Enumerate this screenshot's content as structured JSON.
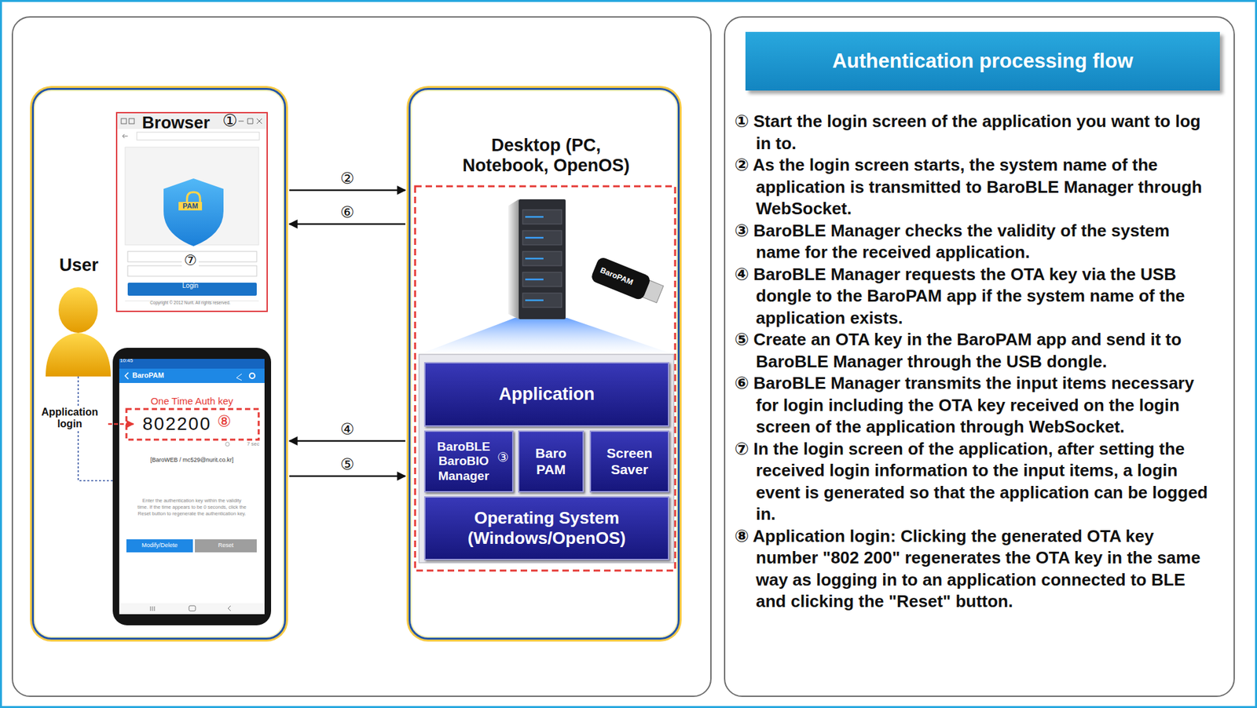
{
  "diagram": {
    "nodes": [
      {
        "text": [
          "User"
        ]
      },
      {
        "text": [
          "Browser"
        ],
        "in": 0
      },
      {
        "text": [
          "BaroPAM",
          "One Time Auth key",
          "802200",
          "7 sec",
          "[BaroWEB / mc529@nurit.co.kr]",
          "Enter the authentication key within the validity time. If the time appears to be 0 seconds, click the Reset button to regenerate the authentication key.",
          "Modify/Delete",
          "Reset"
        ],
        "in": 0
      },
      {
        "text": [
          "Desktop (PC, Notebook, OpenOS)"
        ]
      },
      {
        "text": [
          "Application"
        ],
        "in": 3
      },
      {
        "text": [
          "BaroBLE BaroBIO Manager"
        ],
        "in": 3
      },
      {
        "text": [
          "Baro PAM"
        ],
        "in": 3
      },
      {
        "text": [
          "Screen Saver"
        ],
        "in": 3
      },
      {
        "text": [
          "Operating System (Windows/OpenOS)"
        ],
        "in": 3
      },
      {
        "text": [
          "Authentication processing flow"
        ]
      }
    ],
    "edges": [
      {
        "from": 0,
        "to": 3,
        "label": "②",
        "arrow": "to"
      },
      {
        "from": 3,
        "to": 0,
        "label": "⑥",
        "arrow": "to"
      },
      {
        "from": 3,
        "to": 0,
        "label": "④",
        "arrow": "to"
      },
      {
        "from": 0,
        "to": 3,
        "label": "⑤",
        "arrow": "to"
      }
    ],
    "labels": [
      "①",
      "PAM",
      "⑦",
      "Login",
      "Copyright © 2012 Nurit. All rights reserved.",
      "10:45",
      "⑧",
      "Application login",
      "BaroPAM",
      "③",
      "① Start the login screen of the application you want to log in to.",
      "② As the login screen starts, the system name of the application is transmitted to BaroBLE Manager through WebSocket.",
      "③ BaroBLE Manager checks the validity of the system name for the received application.",
      "④ BaroBLE Manager requests the OTA key via the USB dongle to the BaroPAM app if the system name of the application exists.",
      "⑤ Create an OTA key in the BaroPAM app and send it to BaroBLE Manager through the USB dongle.",
      "⑥ BaroBLE Manager transmits the input items necessary for login including the OTA key received on the login screen of the application through WebSocket.",
      "⑦ In the login screen of the application, after setting the received login information to the input items, a login event is generated so that the application can be logged in.",
      "⑧ Application login: Clicking the generated OTA key number \"802 200\" regenerates the OTA key in the same way as logging in to an application connected to BLE and clicking the \"Reset\" button."
    ]
  }
}
